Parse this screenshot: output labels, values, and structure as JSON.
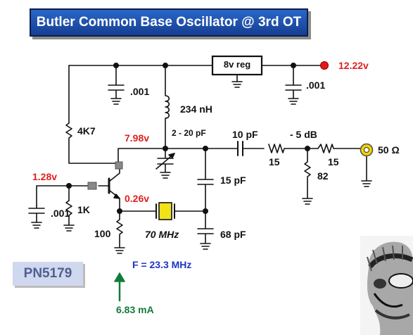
{
  "title": "Butler Common Base Oscillator @ 3rd OT",
  "part_number": "PN5179",
  "regulator": "8v reg",
  "supply_voltage": "12.22v",
  "components": {
    "cap_top_left": ".001",
    "cap_top_right": ".001",
    "inductor": "234 nH",
    "collector_resistor": "4K7",
    "trimmer": "2 - 20 pF",
    "output_cap": "10 pF",
    "attenuation": "- 5 dB",
    "pad_series_1": "15",
    "pad_series_2": "15",
    "pad_shunt": "82",
    "load": "50 Ω",
    "tank_cap_upper": "15 pF",
    "tank_cap_lower": "68 pF",
    "base_resistor": "1K",
    "base_cap": ".001",
    "emitter_resistor": "100",
    "crystal": "70 MHz"
  },
  "measurements": {
    "collector_voltage": "7.98v",
    "base_voltage": "1.28v",
    "emitter_voltage": "0.26v",
    "frequency": "F = 23.3 MHz",
    "current": "6.83 mA"
  },
  "colors": {
    "banner": "#1f4fb0",
    "voltage_label": "#e02020",
    "frequency_label": "#1f33c6",
    "current_label": "#127a3a",
    "crystal_fill": "#f2e21a",
    "supply_dot": "#e81818",
    "load_connector": "#f2d200"
  }
}
